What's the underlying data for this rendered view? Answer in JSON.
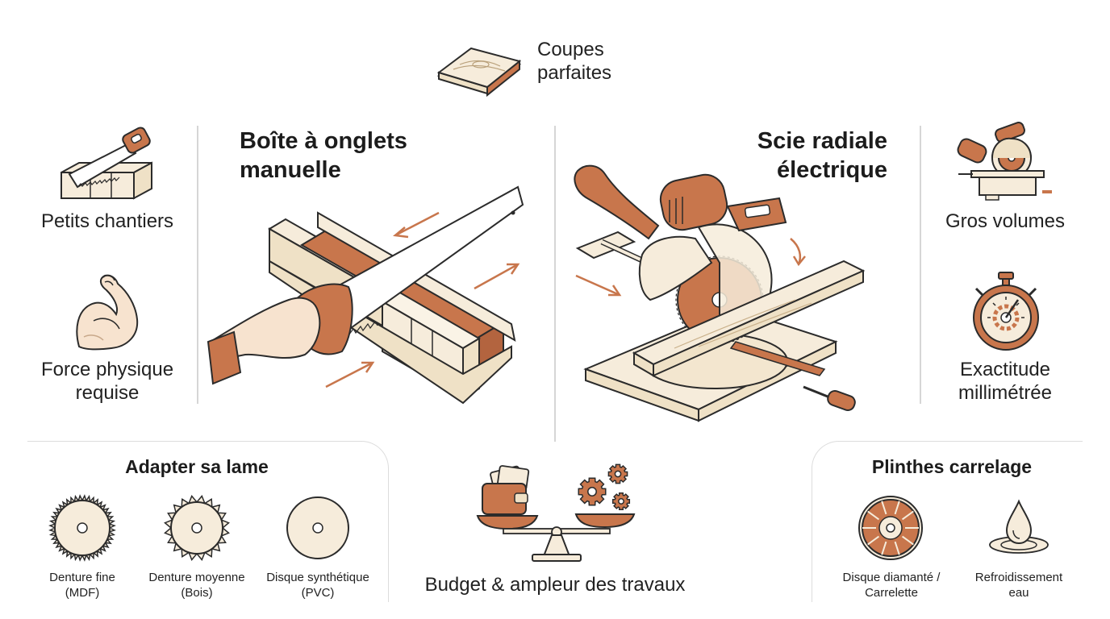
{
  "header": {
    "label": "Coupes\nparfaites"
  },
  "left_title": "Boîte à onglets\nmanuelle",
  "right_title": "Scie radiale\nélectrique",
  "left_features": [
    {
      "label": "Petits chantiers",
      "icon": "saw-in-miter-box-icon"
    },
    {
      "label": "Force physique\nrequise",
      "icon": "flexed-arm-icon"
    }
  ],
  "right_features": [
    {
      "label": "Gros volumes",
      "icon": "miter-saw-icon"
    },
    {
      "label": "Exactitude\nmillimétrée",
      "icon": "stopwatch-gauge-icon"
    }
  ],
  "blade_panel": {
    "title": "Adapter sa lame",
    "blades": [
      {
        "label": "Denture fine\n(MDF)",
        "icon": "fine-tooth-blade-icon"
      },
      {
        "label": "Denture moyenne\n(Bois)",
        "icon": "medium-tooth-blade-icon"
      },
      {
        "label": "Disque synthétique\n(PVC)",
        "icon": "synthetic-disc-icon"
      }
    ]
  },
  "budget": {
    "label": "Budget & ampleur des travaux",
    "icon": "balance-scale-icon"
  },
  "tile_panel": {
    "title": "Plinthes carrelage",
    "items": [
      {
        "label": "Disque diamanté /\nCarrelette",
        "icon": "diamond-disc-icon"
      },
      {
        "label": "Refroidissement\neau",
        "icon": "water-drop-icon"
      }
    ]
  },
  "colors": {
    "accent": "#c8764c",
    "cream": "#f6ecdb",
    "outline": "#2b2b2b",
    "divider": "#d6d6d6"
  }
}
